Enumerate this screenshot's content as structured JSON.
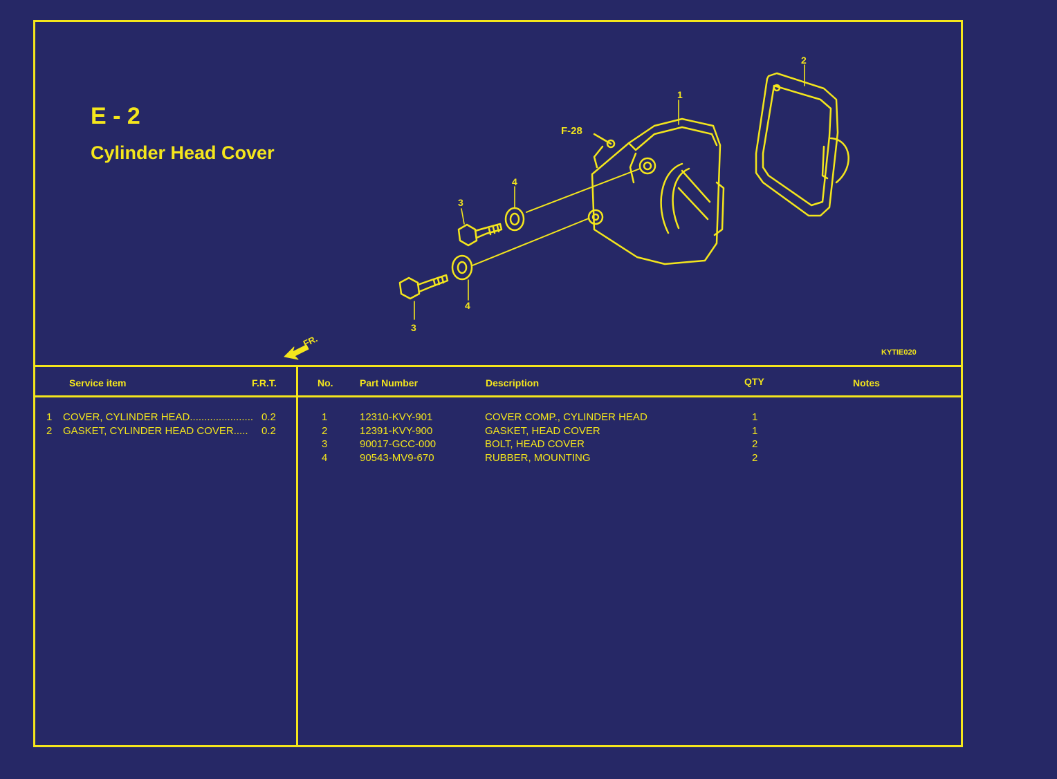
{
  "header": {
    "section_code": "E - 2",
    "section_title": "Cylinder Head Cover",
    "drawing_code": "KYTIE020"
  },
  "diagram": {
    "callouts": [
      "1",
      "2",
      "3",
      "3",
      "4",
      "4"
    ],
    "ref_label": "F-28",
    "front_label": "FR."
  },
  "service_table": {
    "headers": {
      "item": "Service item",
      "frt": "F.R.T."
    },
    "rows": [
      {
        "no": "1",
        "item": "COVER, CYLINDER HEAD......................",
        "frt": "0.2"
      },
      {
        "no": "2",
        "item": "GASKET, CYLINDER HEAD COVER.....",
        "frt": "0.2"
      }
    ]
  },
  "parts_table": {
    "headers": {
      "no": "No.",
      "part_number": "Part Number",
      "description": "Description",
      "qty": "QTY",
      "notes": "Notes"
    },
    "rows": [
      {
        "no": "1",
        "part_number": "12310-KVY-901",
        "description": "COVER COMP., CYLINDER HEAD",
        "qty": "1",
        "notes": ""
      },
      {
        "no": "2",
        "part_number": "12391-KVY-900",
        "description": "GASKET, HEAD COVER",
        "qty": "1",
        "notes": ""
      },
      {
        "no": "3",
        "part_number": "90017-GCC-000",
        "description": "BOLT, HEAD COVER",
        "qty": "2",
        "notes": ""
      },
      {
        "no": "4",
        "part_number": "90543-MV9-670",
        "description": "RUBBER, MOUNTING",
        "qty": "2",
        "notes": ""
      }
    ]
  },
  "colors": {
    "background": "#262866",
    "line": "#f4e61c"
  }
}
